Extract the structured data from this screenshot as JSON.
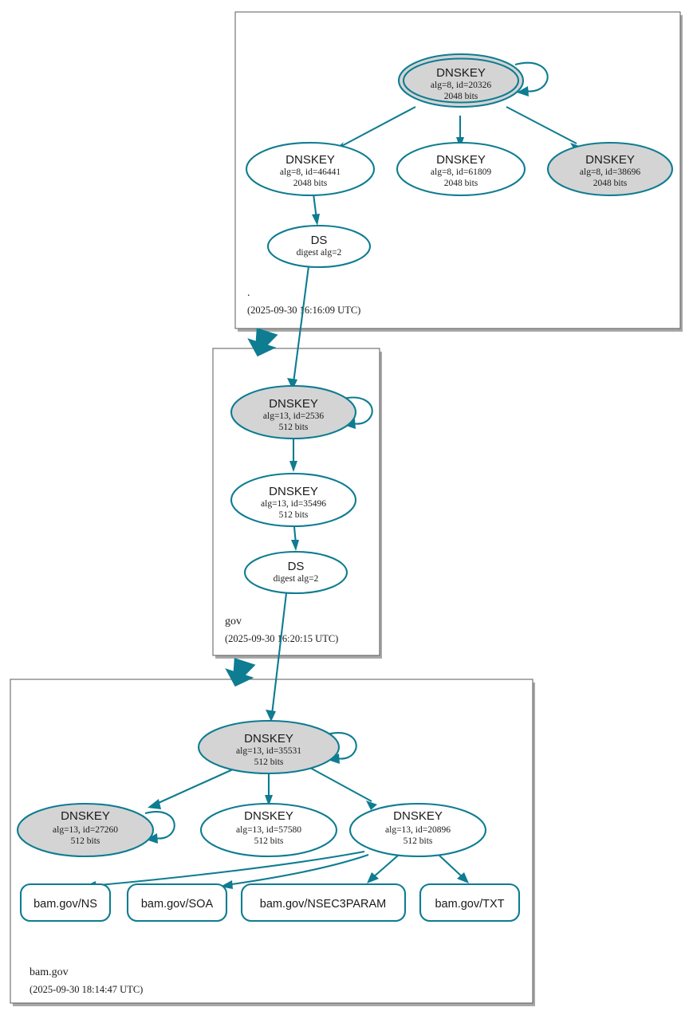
{
  "diagram": {
    "type": "dnssec-authentication-chain",
    "colors": {
      "node_stroke": "#0e7c91",
      "edge": "#0e7c91",
      "secure_fill": "#d4d4d4",
      "plain_fill": "#ffffff",
      "zone_border": "#585858",
      "zone_shadow": "#a8a8a8",
      "background": "#ffffff"
    }
  },
  "zones": [
    {
      "id": "root",
      "name": ".",
      "timestamp": "(2025-09-30 16:16:09 UTC)",
      "nodes": [
        {
          "id": "root-ksk-20326",
          "kind": "DNSKEY",
          "title": "DNSKEY",
          "line2": "alg=8, id=20326",
          "line3": "2048 bits",
          "shaded": true,
          "trust_anchor": true,
          "self_signed": true
        },
        {
          "id": "root-zsk-46441",
          "kind": "DNSKEY",
          "title": "DNSKEY",
          "line2": "alg=8, id=46441",
          "line3": "2048 bits",
          "shaded": false,
          "trust_anchor": false,
          "self_signed": false
        },
        {
          "id": "root-zsk-61809",
          "kind": "DNSKEY",
          "title": "DNSKEY",
          "line2": "alg=8, id=61809",
          "line3": "2048 bits",
          "shaded": false,
          "trust_anchor": false,
          "self_signed": false
        },
        {
          "id": "root-zsk-38696",
          "kind": "DNSKEY",
          "title": "DNSKEY",
          "line2": "alg=8, id=38696",
          "line3": "2048 bits",
          "shaded": true,
          "trust_anchor": false,
          "self_signed": false
        },
        {
          "id": "root-ds-gov",
          "kind": "DS",
          "title": "DS",
          "line2": "digest alg=2",
          "line3": "",
          "shaded": false,
          "trust_anchor": false,
          "self_signed": false
        }
      ]
    },
    {
      "id": "gov",
      "name": "gov",
      "timestamp": "(2025-09-30 16:20:15 UTC)",
      "nodes": [
        {
          "id": "gov-ksk-2536",
          "kind": "DNSKEY",
          "title": "DNSKEY",
          "line2": "alg=13, id=2536",
          "line3": "512 bits",
          "shaded": true,
          "trust_anchor": false,
          "self_signed": true
        },
        {
          "id": "gov-zsk-35496",
          "kind": "DNSKEY",
          "title": "DNSKEY",
          "line2": "alg=13, id=35496",
          "line3": "512 bits",
          "shaded": false,
          "trust_anchor": false,
          "self_signed": false
        },
        {
          "id": "gov-ds-bam",
          "kind": "DS",
          "title": "DS",
          "line2": "digest alg=2",
          "line3": "",
          "shaded": false,
          "trust_anchor": false,
          "self_signed": false
        }
      ]
    },
    {
      "id": "bam-gov",
      "name": "bam.gov",
      "timestamp": "(2025-09-30 18:14:47 UTC)",
      "nodes": [
        {
          "id": "bam-ksk-35531",
          "kind": "DNSKEY",
          "title": "DNSKEY",
          "line2": "alg=13, id=35531",
          "line3": "512 bits",
          "shaded": true,
          "trust_anchor": false,
          "self_signed": true
        },
        {
          "id": "bam-key-27260",
          "kind": "DNSKEY",
          "title": "DNSKEY",
          "line2": "alg=13, id=27260",
          "line3": "512 bits",
          "shaded": true,
          "trust_anchor": false,
          "self_signed": true
        },
        {
          "id": "bam-key-57580",
          "kind": "DNSKEY",
          "title": "DNSKEY",
          "line2": "alg=13, id=57580",
          "line3": "512 bits",
          "shaded": false,
          "trust_anchor": false,
          "self_signed": false
        },
        {
          "id": "bam-key-20896",
          "kind": "DNSKEY",
          "title": "DNSKEY",
          "line2": "alg=13, id=20896",
          "line3": "512 bits",
          "shaded": false,
          "trust_anchor": false,
          "self_signed": false
        }
      ],
      "rrsets": [
        {
          "id": "rrset-ns",
          "label": "bam.gov/NS"
        },
        {
          "id": "rrset-soa",
          "label": "bam.gov/SOA"
        },
        {
          "id": "rrset-nsec3param",
          "label": "bam.gov/NSEC3PARAM"
        },
        {
          "id": "rrset-txt",
          "label": "bam.gov/TXT"
        }
      ]
    }
  ]
}
